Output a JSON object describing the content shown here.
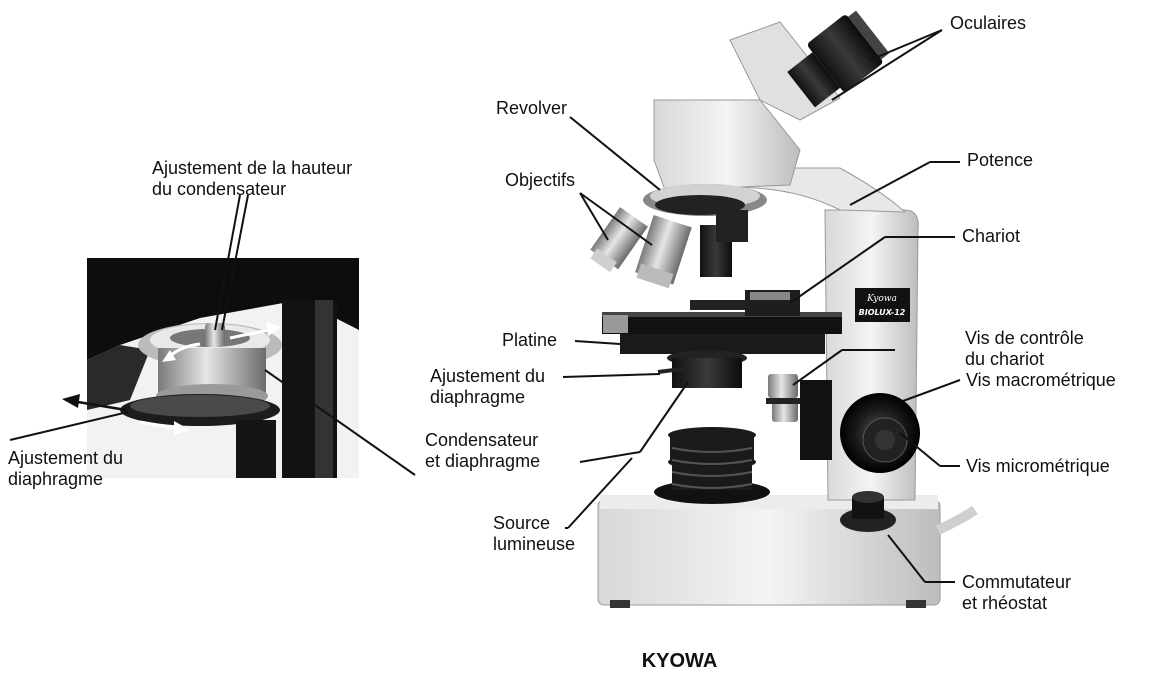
{
  "labels": {
    "oculaires": "Oculaires",
    "revolver": "Revolver",
    "potence": "Potence",
    "objectifs": "Objectifs",
    "chariot": "Chariot",
    "platine": "Platine",
    "vis_controle_l1": "Vis de contrôle",
    "vis_controle_l2": "du chariot",
    "ajust_diaph_center_l1": "Ajustement du",
    "ajust_diaph_center_l2": "diaphragme",
    "vis_macro": "Vis macrométrique",
    "condensateur_l1": "Condensateur",
    "condensateur_l2": "et diaphragme",
    "vis_micro": "Vis micrométrique",
    "source_l1": "Source",
    "source_l2": "lumineuse",
    "commutateur_l1": "Commutateur",
    "commutateur_l2": "et rhéostat",
    "ajust_hauteur_l1": "Ajustement de la hauteur",
    "ajust_hauteur_l2": "du condensateur",
    "ajust_diaph_left_l1": "Ajustement du",
    "ajust_diaph_left_l2": "diaphragme"
  },
  "stamp": {
    "brand": "Kyowa",
    "model": "BIOLUX-12"
  },
  "caption": "KYOWA"
}
